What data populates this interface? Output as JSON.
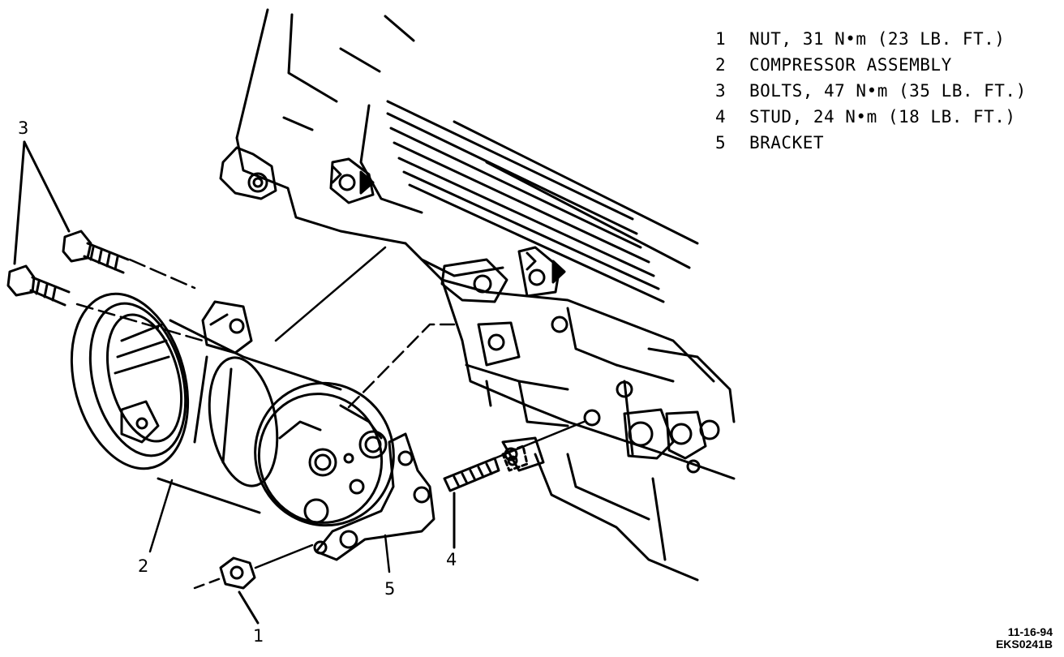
{
  "legend": [
    {
      "num": "1",
      "text": "NUT, 31 N•m (23 LB. FT.)"
    },
    {
      "num": "2",
      "text": "COMPRESSOR ASSEMBLY"
    },
    {
      "num": "3",
      "text": "BOLTS, 47 N•m (35 LB. FT.)"
    },
    {
      "num": "4",
      "text": "STUD, 24 N•m (18 LB. FT.)"
    },
    {
      "num": "5",
      "text": "BRACKET"
    }
  ],
  "callouts": {
    "c1": "1",
    "c2": "2",
    "c3": "3",
    "c4": "4",
    "c5": "5"
  },
  "stamp": {
    "date": "11-16-94",
    "code": "EKS0241B"
  },
  "colors": {
    "ink": "#000000",
    "paper": "#ffffff"
  }
}
